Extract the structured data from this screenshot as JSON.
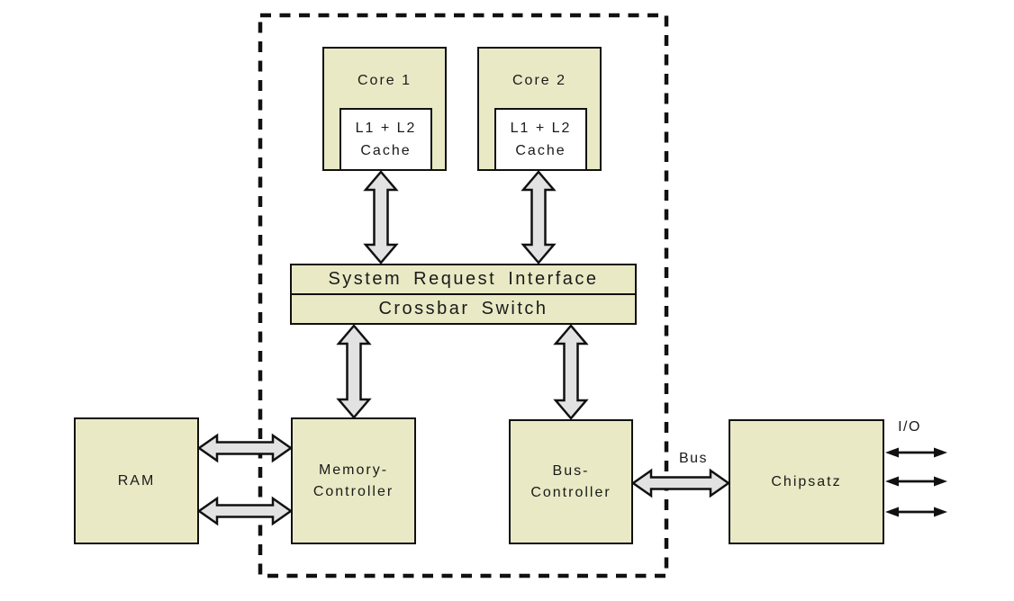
{
  "diagram": {
    "type": "hardware-architecture-block-diagram",
    "blocks": {
      "core1": {
        "label": "Core 1"
      },
      "core2": {
        "label": "Core 2"
      },
      "cache1": {
        "line1": "L1 + L2",
        "line2": "Cache"
      },
      "cache2": {
        "line1": "L1 + L2",
        "line2": "Cache"
      },
      "system_request_interface": {
        "label": "System Request Interface"
      },
      "crossbar_switch": {
        "label": "Crossbar Switch"
      },
      "ram": {
        "label": "RAM"
      },
      "memory_controller": {
        "line1": "Memory-",
        "line2": "Controller"
      },
      "bus_controller": {
        "line1": "Bus-",
        "line2": "Controller"
      },
      "chipset": {
        "label": "Chipsatz"
      }
    },
    "labels": {
      "bus": "Bus",
      "io": "I/O"
    },
    "cpu_die_boundary": "dashed rectangle enclosing cores, caches, system request interface, crossbar switch, memory controller and bus controller",
    "connections": [
      {
        "from": "cache1",
        "to": "system_request_interface",
        "direction": "bidirectional",
        "style": "thick-outlined-arrow"
      },
      {
        "from": "cache2",
        "to": "system_request_interface",
        "direction": "bidirectional",
        "style": "thick-outlined-arrow"
      },
      {
        "from": "crossbar_switch",
        "to": "memory_controller",
        "direction": "bidirectional",
        "style": "thick-outlined-arrow"
      },
      {
        "from": "crossbar_switch",
        "to": "bus_controller",
        "direction": "bidirectional",
        "style": "thick-outlined-arrow"
      },
      {
        "from": "ram",
        "to": "memory_controller",
        "direction": "bidirectional",
        "style": "thick-outlined-arrow",
        "count": 2
      },
      {
        "from": "bus_controller",
        "to": "chipset",
        "direction": "bidirectional",
        "style": "thick-outlined-arrow",
        "label": "Bus"
      },
      {
        "from": "chipset",
        "to": "io",
        "direction": "bidirectional",
        "style": "thin-black-arrow",
        "count": 3
      }
    ],
    "colors": {
      "block_fill": "#e9e9c5",
      "cache_fill": "#ffffff",
      "arrow_fill": "#e2e2e2",
      "outline": "#111111",
      "background": "#ffffff"
    }
  }
}
